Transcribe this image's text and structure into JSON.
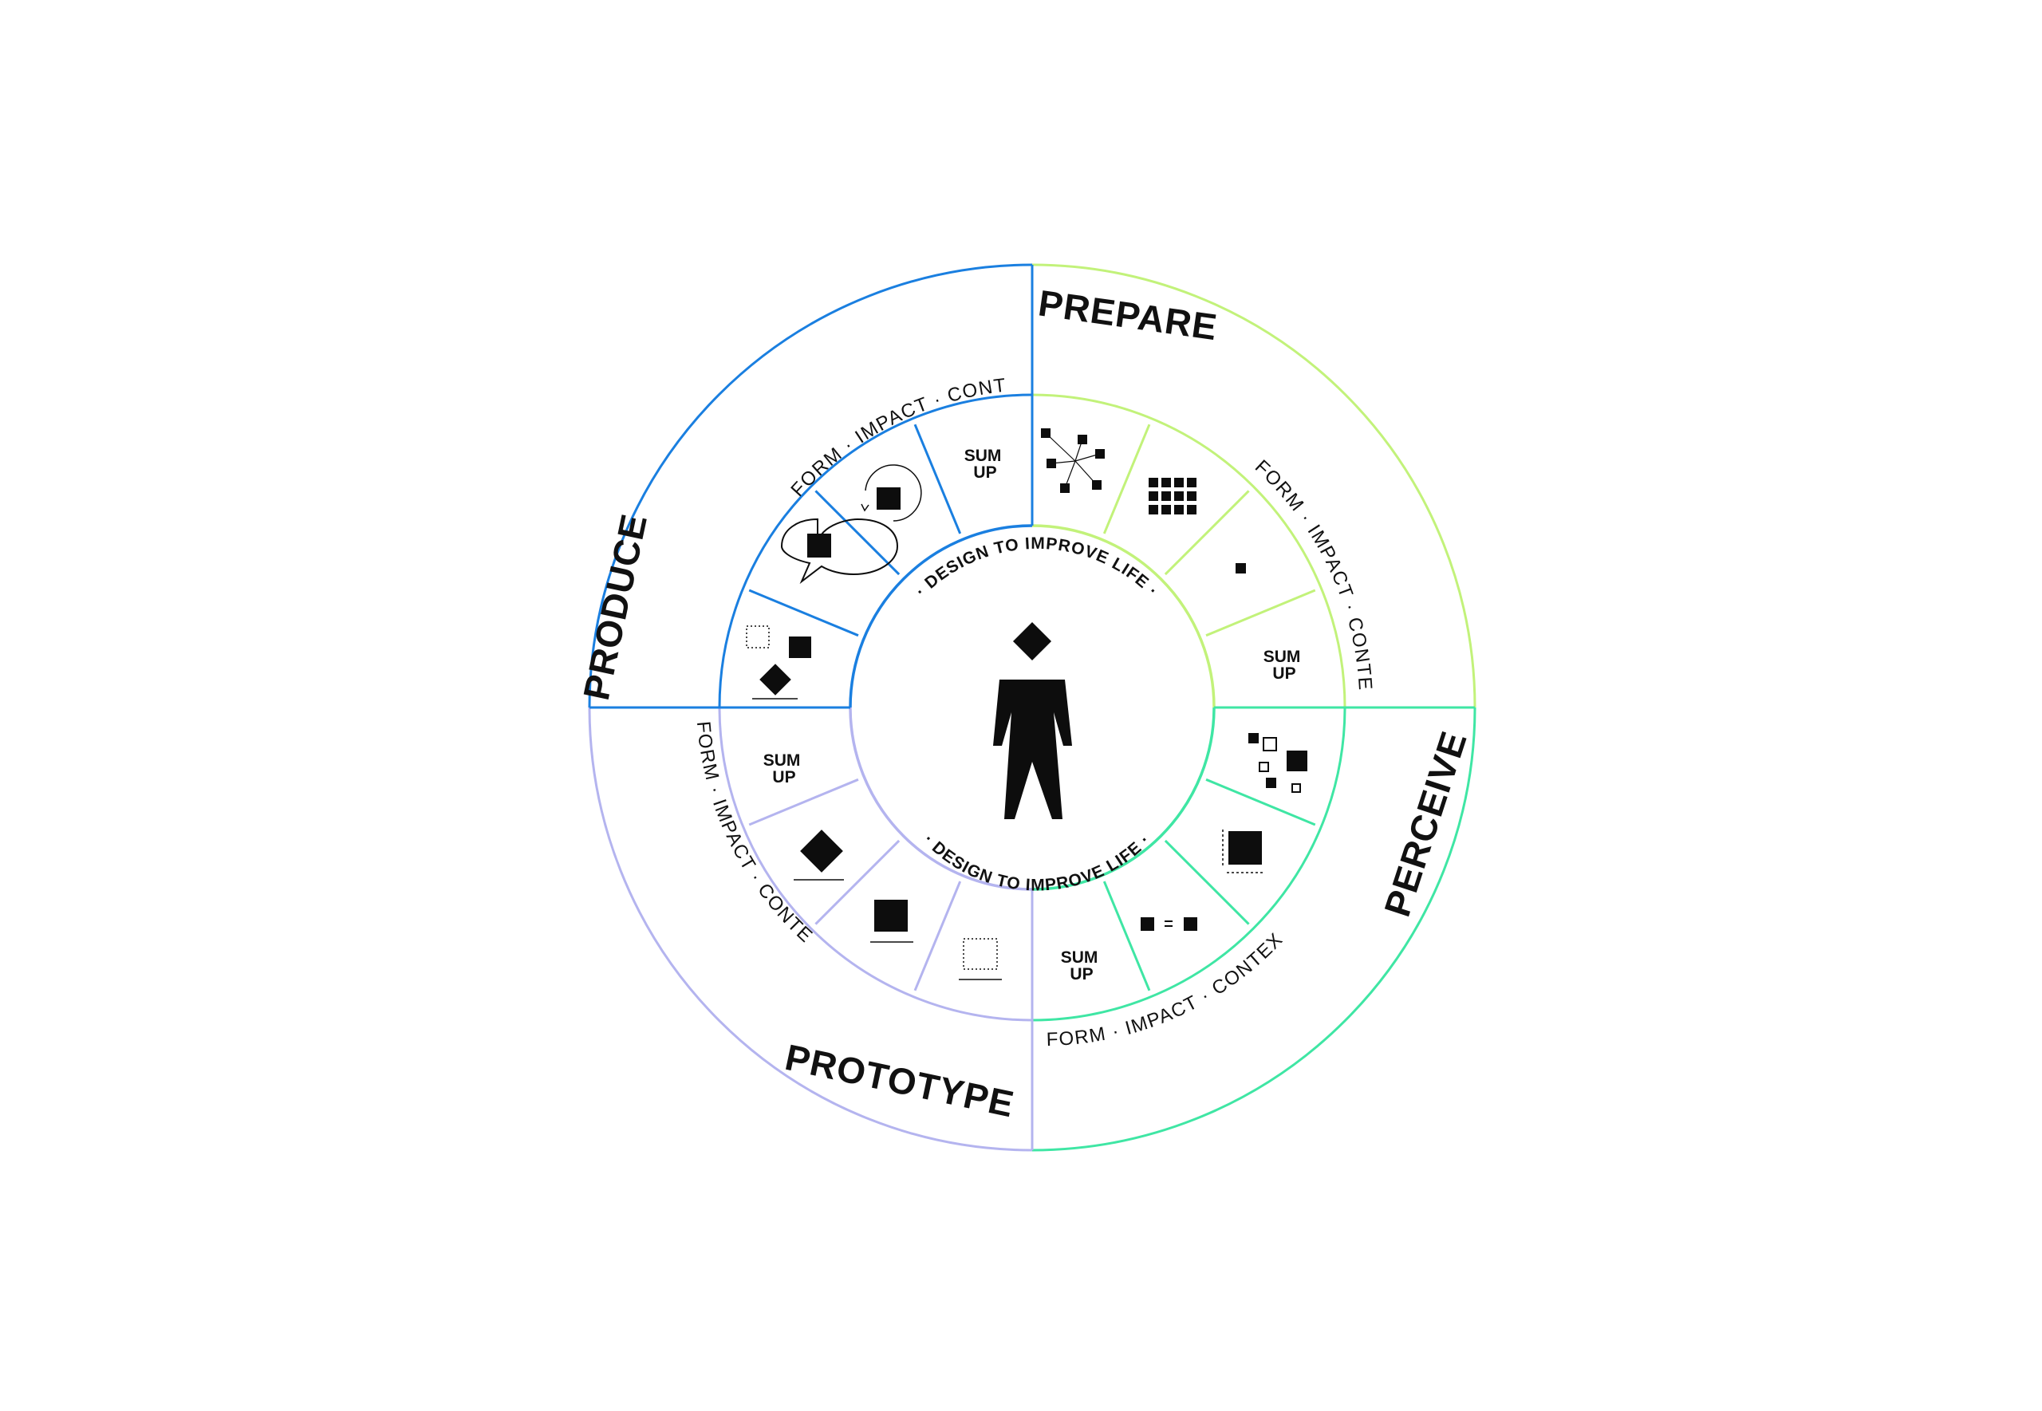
{
  "colors": {
    "produce": "#1a7fe0",
    "prepare": "#c2f27a",
    "perceive": "#3fe6a4",
    "prototype": "#b4b4ef",
    "ink": "#0d0d0d"
  },
  "quadrants": {
    "prepare": {
      "title": "PREPARE",
      "ring_label": "FORM · IMPACT · CONTEXT",
      "sum_up": [
        "SUM",
        "UP"
      ]
    },
    "perceive": {
      "title": "PERCEIVE",
      "ring_label": "FORM · IMPACT · CONTEXT",
      "sum_up": [
        "SUM",
        "UP"
      ]
    },
    "prototype": {
      "title": "PROTOTYPE",
      "ring_label": "FORM · IMPACT · CONTEXT",
      "sum_up": [
        "SUM",
        "UP"
      ]
    },
    "produce": {
      "title": "PRODUCE",
      "ring_label": "FORM · IMPACT · CONTEXT",
      "sum_up": [
        "SUM",
        "UP"
      ]
    }
  },
  "center": {
    "motto_top": "· DESIGN TO IMPROVE LIFE ·",
    "motto_bottom": "· DESIGN TO IMPROVE LIFE ·",
    "figure_icon": "person-icon"
  },
  "icons": {
    "prepare": [
      "network-icon",
      "grid-icon",
      "small-square-icon"
    ],
    "perceive": [
      "scattered-squares-icon",
      "measure-square-icon",
      "equal-squares-icon"
    ],
    "prototype": [
      "diamond-baseline-icon",
      "square-baseline-icon",
      "dotted-square-icon"
    ],
    "produce": [
      "speech-bubble-icon",
      "rotate-square-icon",
      "shapes-group-icon"
    ]
  }
}
